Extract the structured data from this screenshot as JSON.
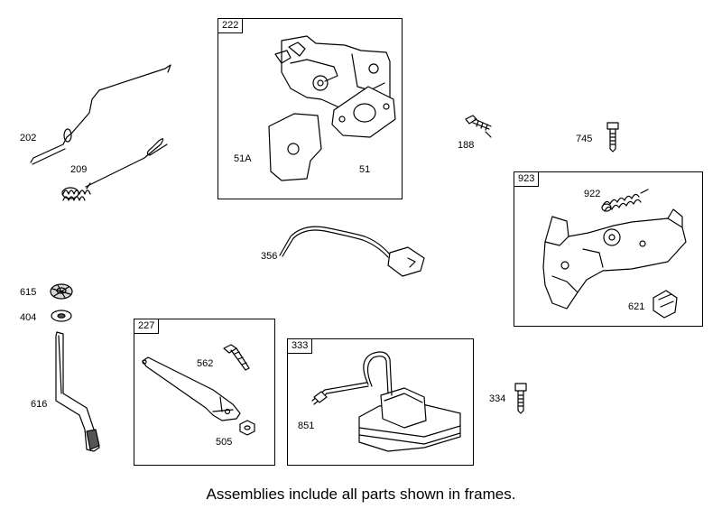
{
  "frames": [
    {
      "id": "222",
      "label": "222"
    },
    {
      "id": "923",
      "label": "923"
    },
    {
      "id": "227",
      "label": "227"
    },
    {
      "id": "333",
      "label": "333"
    }
  ],
  "parts": {
    "p202": "202",
    "p209": "209",
    "p51A": "51A",
    "p51": "51",
    "p188": "188",
    "p745": "745",
    "p922": "922",
    "p621": "621",
    "p356": "356",
    "p615": "615",
    "p404": "404",
    "p616": "616",
    "p562": "562",
    "p505": "505",
    "p851": "851",
    "p334": "334"
  },
  "caption": "Assemblies include all parts shown in frames."
}
